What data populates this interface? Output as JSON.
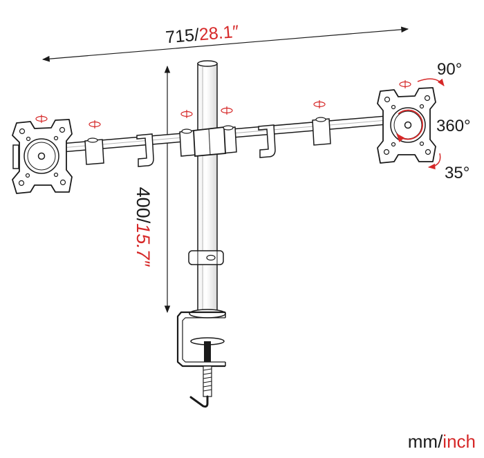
{
  "width_label": {
    "mm": "715/",
    "inch": "28.1″"
  },
  "height_label": {
    "mm": "400/",
    "inch": "15.7″"
  },
  "rotation_labels": {
    "tilt": "90°",
    "rotate": "360°",
    "swivel": "35°"
  },
  "units": {
    "mm": "mm/",
    "inch": "inch"
  },
  "colors": {
    "line": "#1a1a1a",
    "accent": "#d62828"
  }
}
